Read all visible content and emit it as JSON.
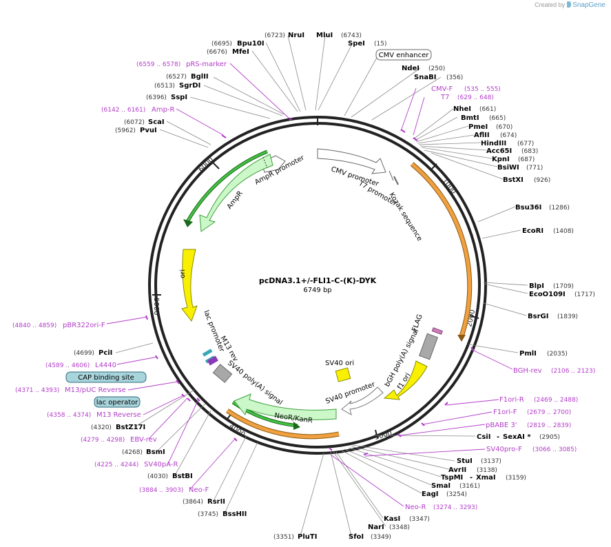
{
  "header": {
    "credit_prefix": "Created by",
    "credit_brand": "SnapGene"
  },
  "plasmid": {
    "name": "pcDNA3.1+/-FLI1-C-(K)-DYK",
    "size_label": "6749 bp",
    "length": 6749
  },
  "colors": {
    "primer": "#b23cc8",
    "site_name": "#000000",
    "site_pos": "#333333",
    "backbone": "#222222",
    "green_fill": "#ccf7c8",
    "green_stroke": "#3aa03a",
    "orange": "#f0a040",
    "yellow_fill": "#f8f000",
    "grey_fill": "#a8a8a8",
    "teal": "#38a8b8",
    "purple": "#8a3ab8",
    "feature_box_blue": "#a8d4dc"
  },
  "ticks": [
    "1000",
    "2000",
    "3000",
    "4000",
    "5000",
    "6000"
  ],
  "sites": [
    {
      "name": "NruI",
      "pos": "(6723)"
    },
    {
      "name": "MluI",
      "pos": "(6743)"
    },
    {
      "name": "SpeI",
      "pos": "(15)"
    },
    {
      "name": "Bpu10I",
      "pos": "(6695)"
    },
    {
      "name": "MfeI",
      "pos": "(6676)"
    },
    {
      "name": "NdeI",
      "pos": "(250)"
    },
    {
      "name": "SnaBI",
      "pos": "(356)"
    },
    {
      "name": "BglII",
      "pos": "(6527)"
    },
    {
      "name": "SgrDI",
      "pos": "(6513)"
    },
    {
      "name": "SspI",
      "pos": "(6396)"
    },
    {
      "name": "NheI",
      "pos": "(661)"
    },
    {
      "name": "BmtI",
      "pos": "(665)"
    },
    {
      "name": "PmeI",
      "pos": "(670)"
    },
    {
      "name": "AflII",
      "pos": "(674)"
    },
    {
      "name": "HindIII",
      "pos": "(677)"
    },
    {
      "name": "Acc65I",
      "pos": "(683)"
    },
    {
      "name": "KpnI",
      "pos": "(687)"
    },
    {
      "name": "BsiWI",
      "pos": "(771)"
    },
    {
      "name": "BstXI",
      "pos": "(926)"
    },
    {
      "name": "ScaI",
      "pos": "(6072)"
    },
    {
      "name": "PvuI",
      "pos": "(5962)"
    },
    {
      "name": "Bsu36I",
      "pos": "(1286)"
    },
    {
      "name": "EcoRI",
      "pos": "(1408)"
    },
    {
      "name": "BlpI",
      "pos": "(1709)"
    },
    {
      "name": "EcoO109I",
      "pos": "(1717)"
    },
    {
      "name": "BsrGI",
      "pos": "(1839)"
    },
    {
      "name": "PciI",
      "pos": "(4699)"
    },
    {
      "name": "PmlI",
      "pos": "(2035)"
    },
    {
      "name": "BstZ17I",
      "pos": "(4320)"
    },
    {
      "name": "BsmI",
      "pos": "(4268)"
    },
    {
      "name": "BstBI",
      "pos": "(4030)"
    },
    {
      "name": "RsrII",
      "pos": "(3864)"
    },
    {
      "name": "BssHII",
      "pos": "(3745)"
    },
    {
      "name": "PluTI",
      "pos": "(3351)"
    },
    {
      "name": "SfoI",
      "pos": "(3349)"
    },
    {
      "name": "NarI",
      "pos": "(3348)"
    },
    {
      "name": "KasI",
      "pos": "(3347)"
    },
    {
      "name": "EagI",
      "pos": "(3254)"
    },
    {
      "name": "SmaI",
      "pos": "(3161)"
    },
    {
      "name": "TspMI",
      "name2": "XmaI",
      "pos": "(3159)"
    },
    {
      "name": "AvrII",
      "pos": "(3138)"
    },
    {
      "name": "StuI",
      "pos": "(3137)"
    },
    {
      "name": "CsiI",
      "name2": "SexAI *",
      "pos": "(2905)"
    }
  ],
  "primers": [
    {
      "name": "pRS-marker",
      "range": "(6559 .. 6578)"
    },
    {
      "name": "CMV-F",
      "range": "(535 .. 555)"
    },
    {
      "name": "T7",
      "range": "(629 .. 648)"
    },
    {
      "name": "Amp-R",
      "range": "(6142 .. 6161)"
    },
    {
      "name": "pBR322ori-F",
      "range": "(4840 .. 4859)"
    },
    {
      "name": "L4440",
      "range": "(4589 .. 4606)"
    },
    {
      "name": "M13/pUC Reverse",
      "range": "(4371 .. 4393)"
    },
    {
      "name": "M13 Reverse",
      "range": "(4358 .. 4374)"
    },
    {
      "name": "EBV-rev",
      "range": "(4279 .. 4298)"
    },
    {
      "name": "SV40pA-R",
      "range": "(4225 .. 4244)"
    },
    {
      "name": "Neo-F",
      "range": "(3884 .. 3903)"
    },
    {
      "name": "BGH-rev",
      "range": "(2106 .. 2123)"
    },
    {
      "name": "F1ori-R",
      "range": "(2469 .. 2488)"
    },
    {
      "name": "F1ori-F",
      "range": "(2679 .. 2700)"
    },
    {
      "name": "pBABE 3'",
      "range": "(2819 .. 2839)"
    },
    {
      "name": "SV40pro-F",
      "range": "(3066 .. 3085)"
    },
    {
      "name": "Neo-R",
      "range": "(3274 .. 3293)"
    }
  ],
  "boxed_features": [
    "CMV enhancer",
    "CAP binding site",
    "lac operator"
  ],
  "feature_labels": [
    "CMV promoter",
    "T7 promoter",
    "Kozak sequence",
    "AmpR promoter",
    "AmpR",
    "ori",
    "lac promoter",
    "M13 rev",
    "SV40 poly(A) signal",
    "NeoR/KanR",
    "SV40 ori",
    "SV40 promoter",
    "f1 ori",
    "bGH poly(A) signal",
    "FLAG"
  ]
}
